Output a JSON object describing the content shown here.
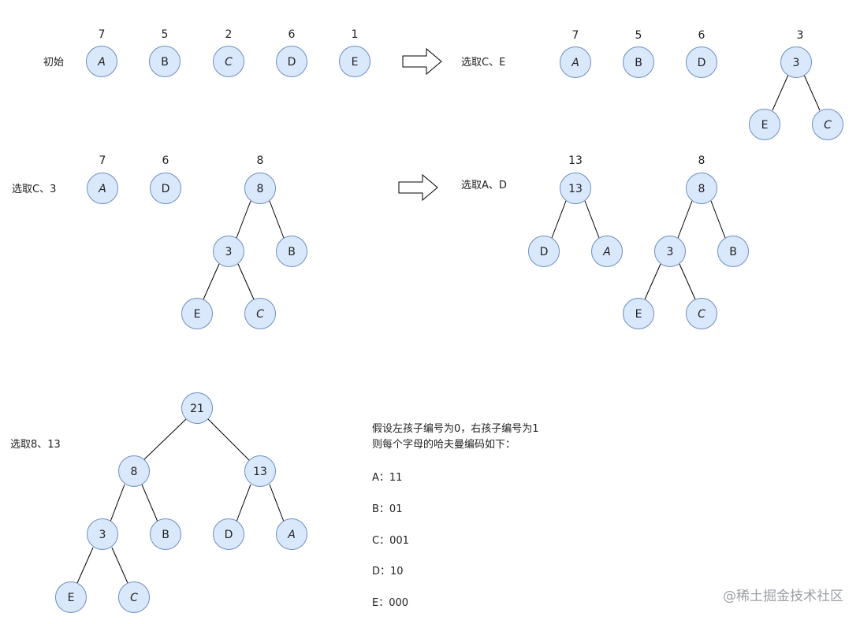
{
  "steps": {
    "s1": "初始",
    "s2": "选取C、E",
    "s3": "选取C、3",
    "s4": "选取A、D",
    "s5": "选取8、13"
  },
  "nodes": {
    "A": "A",
    "B": "B",
    "C": "C",
    "D": "D",
    "E": "E",
    "n3": "3",
    "n8": "8",
    "n13": "13",
    "n21": "21"
  },
  "weights": {
    "w7": "7",
    "w5": "5",
    "w2": "2",
    "w6": "6",
    "w1": "1",
    "w3": "3",
    "w8": "8",
    "w13": "13"
  },
  "note": {
    "line1": "假设左孩子编号为0，右孩子编号为1",
    "line2": "则每个字母的哈夫曼编码如下：",
    "codes": [
      {
        "label": "A：11"
      },
      {
        "label": "B：01"
      },
      {
        "label": "C：001"
      },
      {
        "label": "D：10"
      },
      {
        "label": "E：000"
      }
    ]
  },
  "watermark": "@稀土掘金技术社区"
}
